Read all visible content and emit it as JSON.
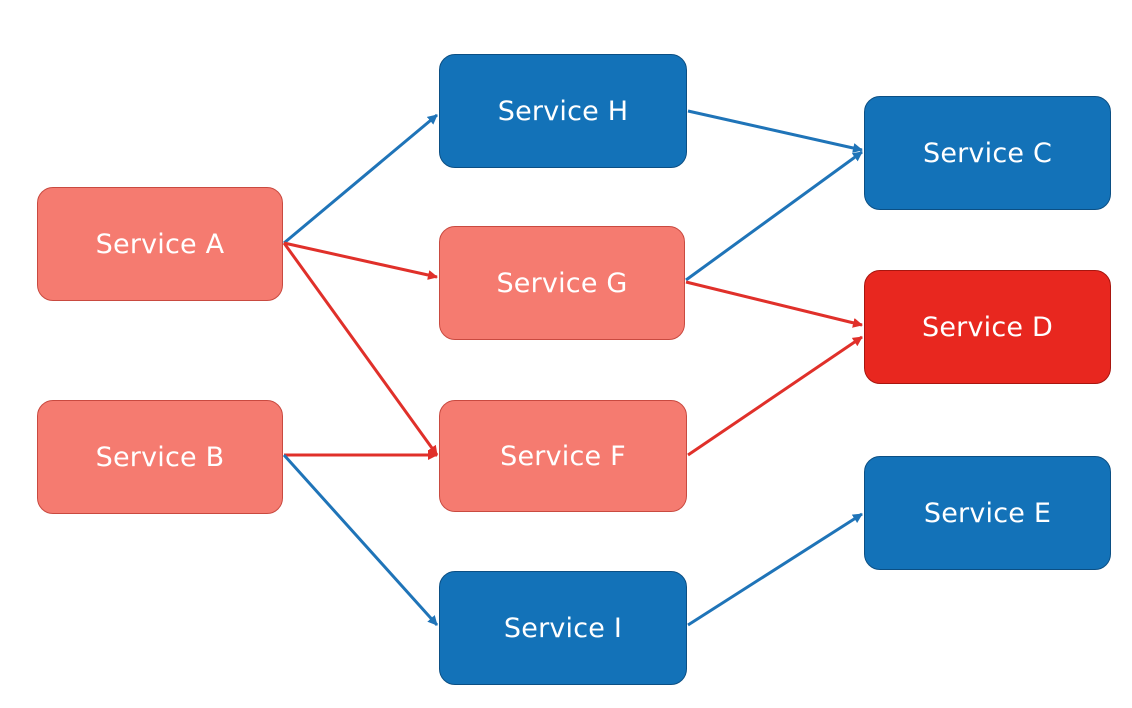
{
  "colors": {
    "healthy": "#1372b8",
    "degraded": "#f57b70",
    "failed": "#e8271f",
    "edge_normal": "#1f74b8",
    "edge_failure": "#e0302a"
  },
  "nodes": {
    "a": {
      "label": "Service A",
      "status": "degraded"
    },
    "b": {
      "label": "Service B",
      "status": "degraded"
    },
    "c": {
      "label": "Service C",
      "status": "healthy"
    },
    "d": {
      "label": "Service D",
      "status": "failed"
    },
    "e": {
      "label": "Service E",
      "status": "healthy"
    },
    "f": {
      "label": "Service F",
      "status": "degraded"
    },
    "g": {
      "label": "Service G",
      "status": "degraded"
    },
    "h": {
      "label": "Service H",
      "status": "healthy"
    },
    "i": {
      "label": "Service I",
      "status": "healthy"
    }
  },
  "edges": [
    {
      "from": "a",
      "to": "h",
      "kind": "normal"
    },
    {
      "from": "a",
      "to": "g",
      "kind": "failure"
    },
    {
      "from": "a",
      "to": "f",
      "kind": "failure"
    },
    {
      "from": "b",
      "to": "f",
      "kind": "failure"
    },
    {
      "from": "b",
      "to": "i",
      "kind": "normal"
    },
    {
      "from": "h",
      "to": "c",
      "kind": "normal"
    },
    {
      "from": "g",
      "to": "c",
      "kind": "normal"
    },
    {
      "from": "g",
      "to": "d",
      "kind": "failure"
    },
    {
      "from": "f",
      "to": "d",
      "kind": "failure"
    },
    {
      "from": "i",
      "to": "e",
      "kind": "normal"
    }
  ]
}
